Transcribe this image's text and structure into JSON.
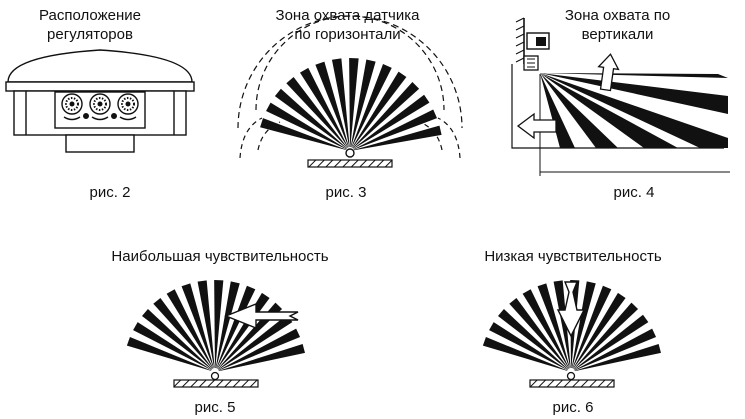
{
  "labels": {
    "controls_title": "Расположение\nрегуляторов",
    "horizontal_title": "Зона охвата датчика\nпо горизонтали",
    "vertical_title": "Зона охвата по\nвертикали",
    "fig2": "рис. 2",
    "fig3": "рис. 3",
    "fig4": "рис. 4",
    "max_sensitivity": "Наибольшая чувствительность",
    "low_sensitivity": "Низкая чувствительность",
    "fig5": "рис. 5",
    "fig6": "рис. 6"
  },
  "colors": {
    "ink": "#111111",
    "paper": "#ffffff"
  },
  "icons": {
    "regulator_dial": "dial-icon",
    "arrow_horizontal": "arrow-left-icon",
    "arrow_down": "arrow-down-icon",
    "arrow_up": "arrow-up-icon"
  }
}
